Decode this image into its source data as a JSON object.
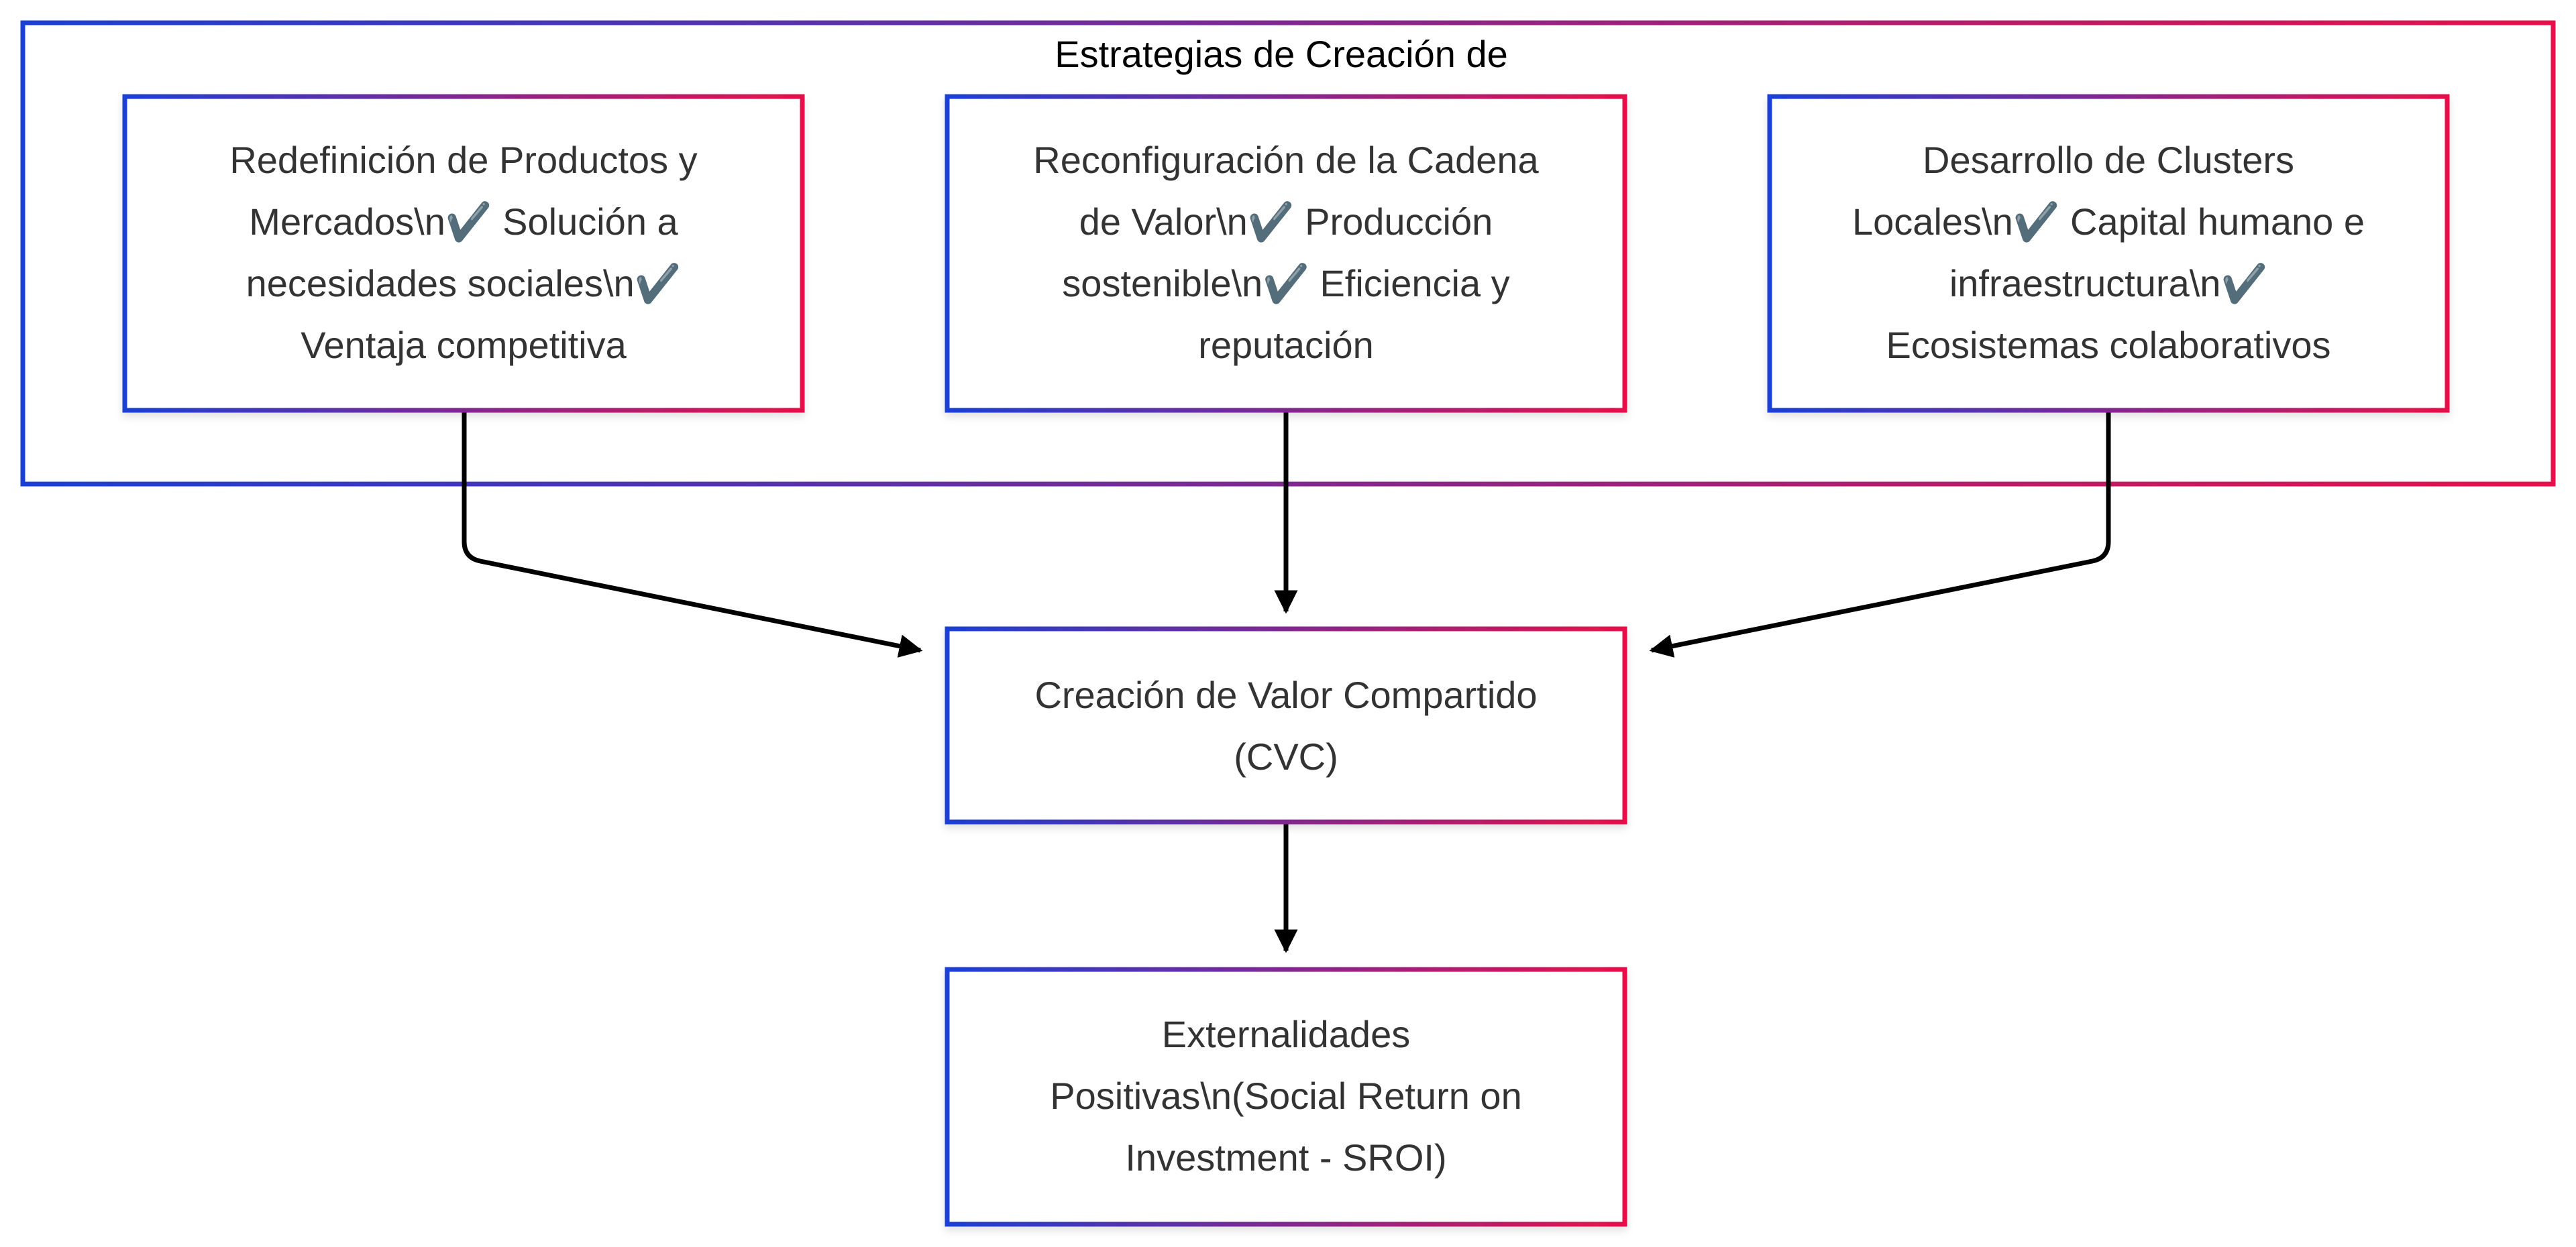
{
  "colors": {
    "gradient_start": "#1a3fd6",
    "gradient_end": "#e8104a",
    "edge": "#000000",
    "text": "#333333",
    "background": "#ffffff"
  },
  "cluster": {
    "title": "Estrategias de Creación de"
  },
  "nodes": {
    "productos": {
      "lines": [
        "Redefinición de Productos y",
        "Mercados\\n✔️ Solución a",
        "necesidades sociales\\n✔️",
        "Ventaja competitiva"
      ]
    },
    "cadena": {
      "lines": [
        "Reconfiguración de la Cadena",
        "de Valor\\n✔️ Producción",
        "sostenible\\n✔️ Eficiencia y",
        "reputación"
      ]
    },
    "clusters": {
      "lines": [
        "Desarrollo de Clusters",
        "Locales\\n✔️ Capital humano e",
        "infraestructura\\n✔️",
        "Ecosistemas colaborativos"
      ]
    },
    "cvc": {
      "lines": [
        "Creación de Valor Compartido",
        "(CVC)"
      ]
    },
    "externalidades": {
      "lines": [
        "Externalidades",
        "Positivas\\n(Social Return on",
        "Investment - SROI)"
      ]
    }
  },
  "icons": {
    "check": "check-mark-icon"
  }
}
